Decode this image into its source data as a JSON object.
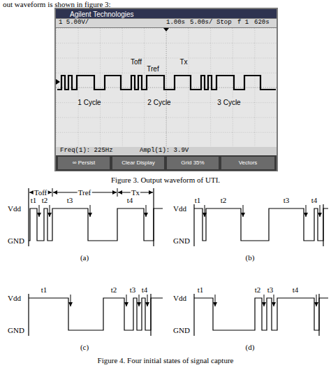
{
  "diagram": {
    "caption": "Figure 4. Four initial states of signal capture",
    "labels": [
      "out waveform is shown in figure 3:",
      "Agilent Technologies",
      "1 5.00V/",
      "1.00s",
      "5.00s/",
      "Stop",
      "f 1",
      "620s",
      "Toff",
      "Tref",
      "Tx",
      "1 Cycle",
      "2 Cycle",
      "3 Cycle",
      "Freq(1): 225Hz",
      "Ampl(1): 3.9V",
      "∞ Persist",
      "Clear Display",
      "Grid 35%",
      "Vectors",
      "Figure 3. Output waveform of UTI.",
      "Vdd",
      "GND",
      "Toff",
      "Tref",
      "Tx",
      "t1",
      "t2",
      "t3",
      "t4",
      "(a)",
      "Vdd",
      "GND",
      "t1",
      "t2",
      "t3",
      "t4",
      "(b)",
      "Vdd",
      "GND",
      "t1",
      "t2",
      "t3",
      "t4",
      "(c)",
      "Vdd",
      "GND",
      "t1",
      "t2",
      "t3",
      "t4",
      "(d)"
    ]
  }
}
